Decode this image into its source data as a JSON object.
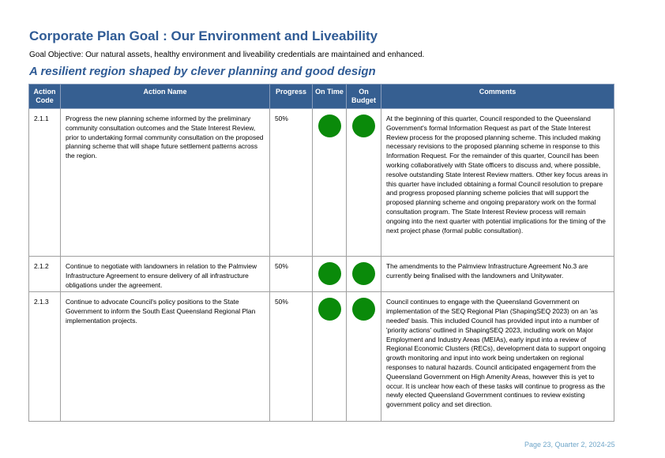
{
  "page_title": "Corporate Plan Goal : Our Environment and Liveability",
  "goal_objective": "Goal Objective: Our natural assets, healthy environment and liveability credentials are maintained and enhanced.",
  "section_title": "A resilient region shaped by clever planning and good design",
  "columns": {
    "action_code": "Action Code",
    "action_name": "Action Name",
    "progress": "Progress",
    "on_time": "On Time",
    "on_budget": "On Budget",
    "comments": "Comments"
  },
  "status_colors": {
    "green": "#0a8a0a"
  },
  "rows": [
    {
      "code": "2.1.1",
      "name": "Progress the new planning scheme informed by the preliminary community consultation outcomes and the State Interest Review, prior to undertaking formal community consultation on the proposed planning scheme that will shape future settlement patterns across the region.",
      "progress": "50%",
      "on_time": "green",
      "on_budget": "green",
      "comments": "At the beginning of this quarter, Council responded to the Queensland Government's formal Information Request as part of the State Interest Review process for the proposed planning scheme. This included making necessary revisions to the proposed planning scheme in response to this Information Request. For the remainder of this quarter, Council has been working collaboratively with State officers to discuss and, where possible, resolve outstanding State Interest Review matters. Other key focus areas in this quarter have included obtaining a formal Council resolution to prepare and progress proposed planning scheme policies that will support the proposed planning scheme and ongoing preparatory work on the formal consultation program. The State Interest Review process will remain ongoing into the next quarter with potential implications for the timing of the next project phase (formal public consultation)."
    },
    {
      "code": "2.1.2",
      "name": "Continue to negotiate with landowners in relation to the Palmview Infrastructure Agreement to ensure delivery of all infrastructure obligations under the agreement.",
      "progress": "50%",
      "on_time": "green",
      "on_budget": "green",
      "comments": "The amendments to the Palmview Infrastructure Agreement No.3 are currently being finalised with the landowners and Unitywater."
    },
    {
      "code": "2.1.3",
      "name": "Continue to advocate Council's policy positions to the State Government to inform the South East Queensland Regional Plan implementation projects.",
      "progress": "50%",
      "on_time": "green",
      "on_budget": "green",
      "comments": "Council continues to engage with the Queensland Government on implementation of the SEQ Regional Plan (ShapingSEQ 2023) on an 'as needed' basis. This included Council has provided input into a number of 'priority actions' outlined in ShapingSEQ 2023, including work on Major Employment and Industry Areas (MEIAs), early input into a review of Regional Economic Clusters (RECs), development data to support ongoing growth monitoring and input into work being undertaken on regional responses to natural hazards. Council anticipated engagement from the Queensland Government on High Amenity Areas, however this is yet to occur. It is unclear how each of these tasks will continue to progress as the newly elected Queensland Government continues to review existing government policy and set direction."
    }
  ],
  "footer": "Page 23, Quarter 2, 2024-25"
}
